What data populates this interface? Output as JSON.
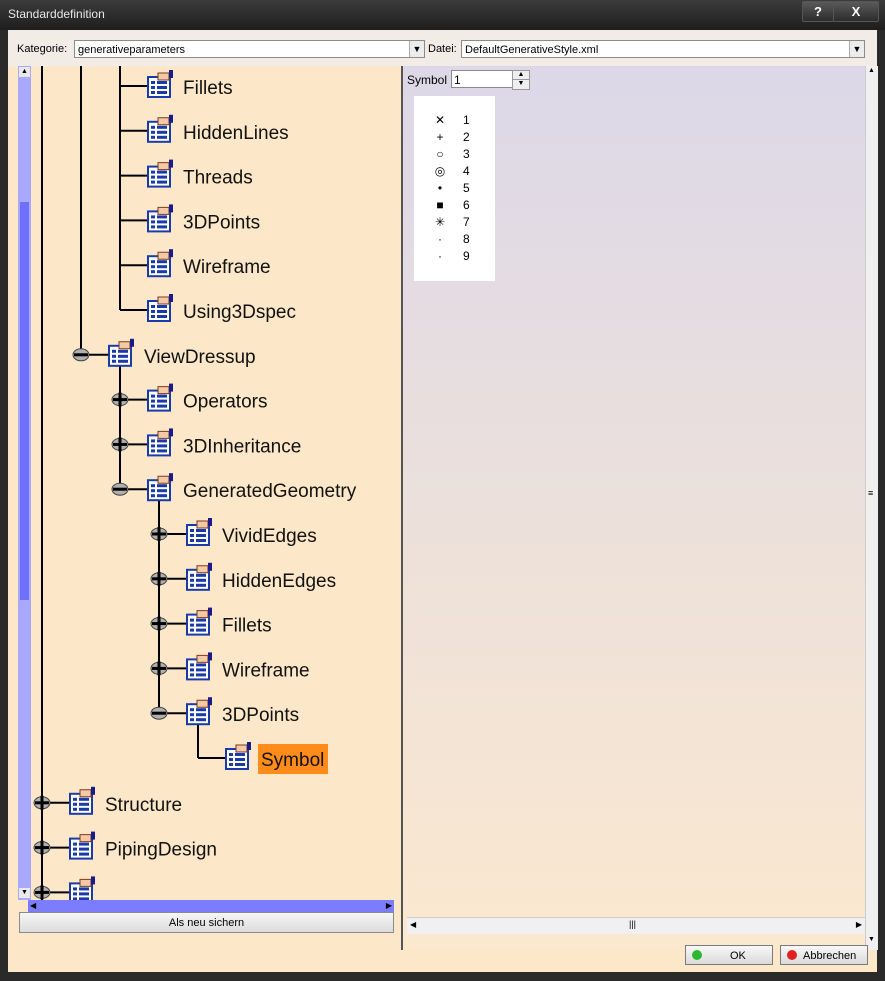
{
  "window": {
    "title": "Standarddefinition",
    "help": "?",
    "close": "X"
  },
  "toolbar": {
    "kategorie_label": "Kategorie:",
    "kategorie_value": "generativeparameters",
    "datei_label": "Datei:",
    "datei_value": "DefaultGenerativeStyle.xml"
  },
  "tree": [
    {
      "label": "Fillets",
      "depth": 2,
      "expander": "none"
    },
    {
      "label": "HiddenLines",
      "depth": 2,
      "expander": "none"
    },
    {
      "label": "Threads",
      "depth": 2,
      "expander": "none"
    },
    {
      "label": "3DPoints",
      "depth": 2,
      "expander": "none"
    },
    {
      "label": "Wireframe",
      "depth": 2,
      "expander": "none"
    },
    {
      "label": "Using3Dspec",
      "depth": 2,
      "expander": "none"
    },
    {
      "label": "ViewDressup",
      "depth": 1,
      "expander": "minus"
    },
    {
      "label": "Operators",
      "depth": 2,
      "expander": "plus"
    },
    {
      "label": "3DInheritance",
      "depth": 2,
      "expander": "plus"
    },
    {
      "label": "GeneratedGeometry",
      "depth": 2,
      "expander": "minus"
    },
    {
      "label": "VividEdges",
      "depth": 3,
      "expander": "plus"
    },
    {
      "label": "HiddenEdges",
      "depth": 3,
      "expander": "plus"
    },
    {
      "label": "Fillets",
      "depth": 3,
      "expander": "plus"
    },
    {
      "label": "Wireframe",
      "depth": 3,
      "expander": "plus"
    },
    {
      "label": "3DPoints",
      "depth": 3,
      "expander": "minus"
    },
    {
      "label": "Symbol",
      "depth": 4,
      "expander": "none",
      "selected": true
    },
    {
      "label": "Structure",
      "depth": 0,
      "expander": "plus"
    },
    {
      "label": "PipingDesign",
      "depth": 0,
      "expander": "plus"
    },
    {
      "label": "",
      "depth": 0,
      "expander": "plus"
    }
  ],
  "left_footer": {
    "save_as": "Als neu sichern"
  },
  "symbol_editor": {
    "label": "Symbol",
    "value": "1",
    "options": [
      {
        "glyph": "✕",
        "num": "1"
      },
      {
        "glyph": "+",
        "num": "2"
      },
      {
        "glyph": "○",
        "num": "3"
      },
      {
        "glyph": "◎",
        "num": "4"
      },
      {
        "glyph": "•",
        "num": "5"
      },
      {
        "glyph": "■",
        "num": "6"
      },
      {
        "glyph": "✳",
        "num": "7"
      },
      {
        "glyph": "·",
        "num": "8"
      },
      {
        "glyph": "·",
        "num": "9"
      }
    ]
  },
  "footer": {
    "ok": "OK",
    "cancel": "Abbrechen"
  },
  "colors": {
    "selected_bg": "#ff8c1a",
    "tree_bg": "#fce8c8",
    "ok_dot": "#2eb82e",
    "cancel_dot": "#e02020"
  }
}
